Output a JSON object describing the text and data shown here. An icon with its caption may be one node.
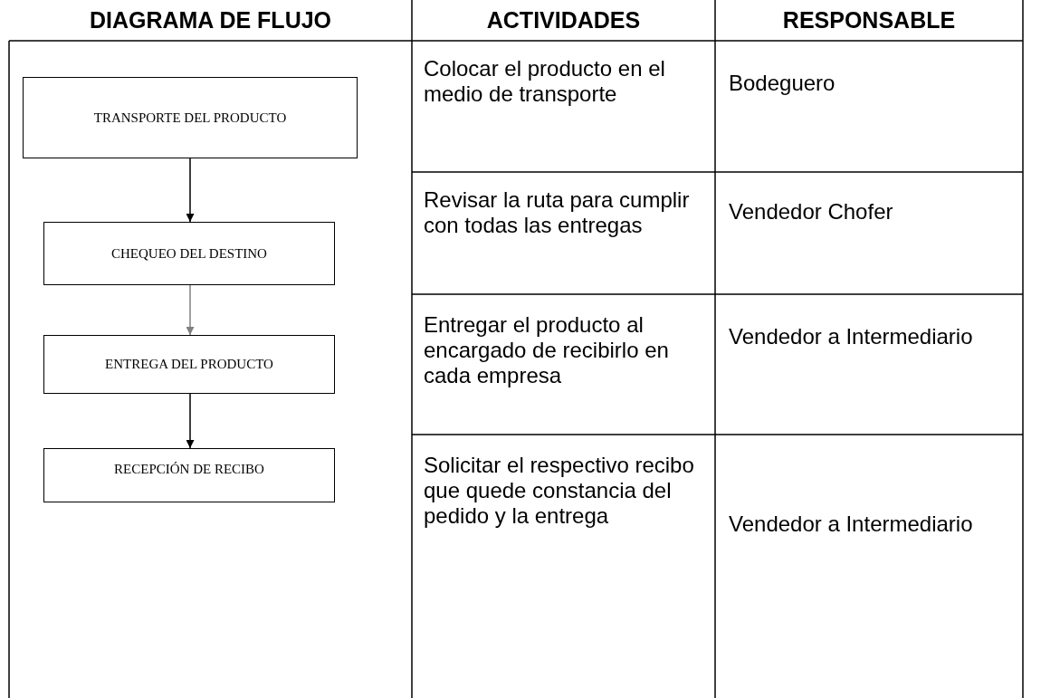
{
  "diagram": {
    "nodes": [
      {
        "text": [
          "TRANSPORTE DEL PRODUCTO"
        ]
      },
      {
        "text": [
          "CHEQUEO DEL DESTINO"
        ]
      },
      {
        "text": [
          "ENTREGA DEL PRODUCTO"
        ]
      },
      {
        "text": [
          "RECEPCIÓN DE RECIBO"
        ]
      }
    ],
    "edges": [
      {
        "from": 0,
        "to": 1,
        "arrow": "to"
      },
      {
        "from": 1,
        "to": 2,
        "arrow": "to",
        "color": "#808080"
      },
      {
        "from": 2,
        "to": 3,
        "arrow": "to"
      }
    ],
    "labels": [
      "DIAGRAMA DE FLUJO",
      "ACTIVIDADES",
      "RESPONSABLE",
      "Colocar el producto en el medio de transporte",
      "Bodeguero",
      "Revisar la ruta para cumplir con todas las entregas",
      "Vendedor Chofer",
      "Entregar el producto al encargado de recibirlo en cada empresa",
      "Vendedor a Intermediario",
      "Solicitar el respectivo recibo que quede constancia del pedido y la entrega",
      "Vendedor a Intermediario"
    ]
  }
}
